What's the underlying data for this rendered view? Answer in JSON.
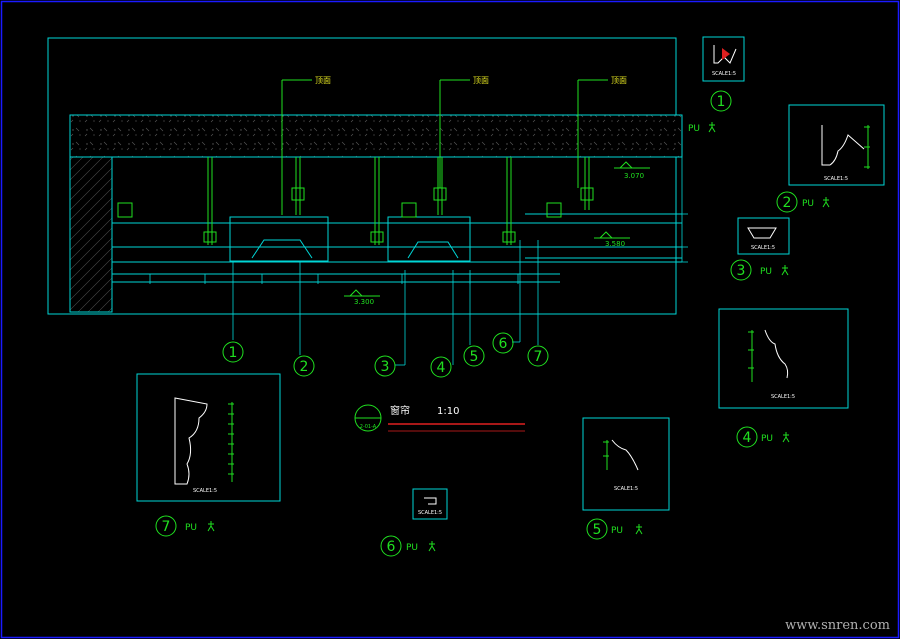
{
  "colors": {
    "background": "#000000",
    "frame": "#1a1aff",
    "cyan": "#00d6d6",
    "green": "#20e020",
    "yellow": "#e0e020",
    "red": "#e02020",
    "hatch": "#5a5a5a"
  },
  "section": {
    "leader_labels": [
      "顶面",
      "顶面",
      "顶面"
    ],
    "elevations": [
      "3.070",
      "3.580",
      "3.300"
    ],
    "balloons": [
      "1",
      "2",
      "3",
      "4",
      "5",
      "6",
      "7"
    ]
  },
  "title_block": {
    "name": "窗帘",
    "scale": "1:10",
    "badge_code": "2-01-A"
  },
  "details": [
    {
      "num": "1",
      "material": "PU",
      "scale_text": "SCALE1:5"
    },
    {
      "num": "2",
      "material": "PU",
      "scale_text": "SCALE1:5"
    },
    {
      "num": "3",
      "material": "PU",
      "scale_text": "SCALE1:5"
    },
    {
      "num": "4",
      "material": "PU",
      "scale_text": "SCALE1:5"
    },
    {
      "num": "5",
      "material": "PU",
      "scale_text": "SCALE1:5"
    },
    {
      "num": "6",
      "material": "PU",
      "scale_text": "SCALE1:5"
    },
    {
      "num": "7",
      "material": "PU",
      "scale_text": "SCALE1:5"
    }
  ],
  "watermark": "www.snren.com"
}
